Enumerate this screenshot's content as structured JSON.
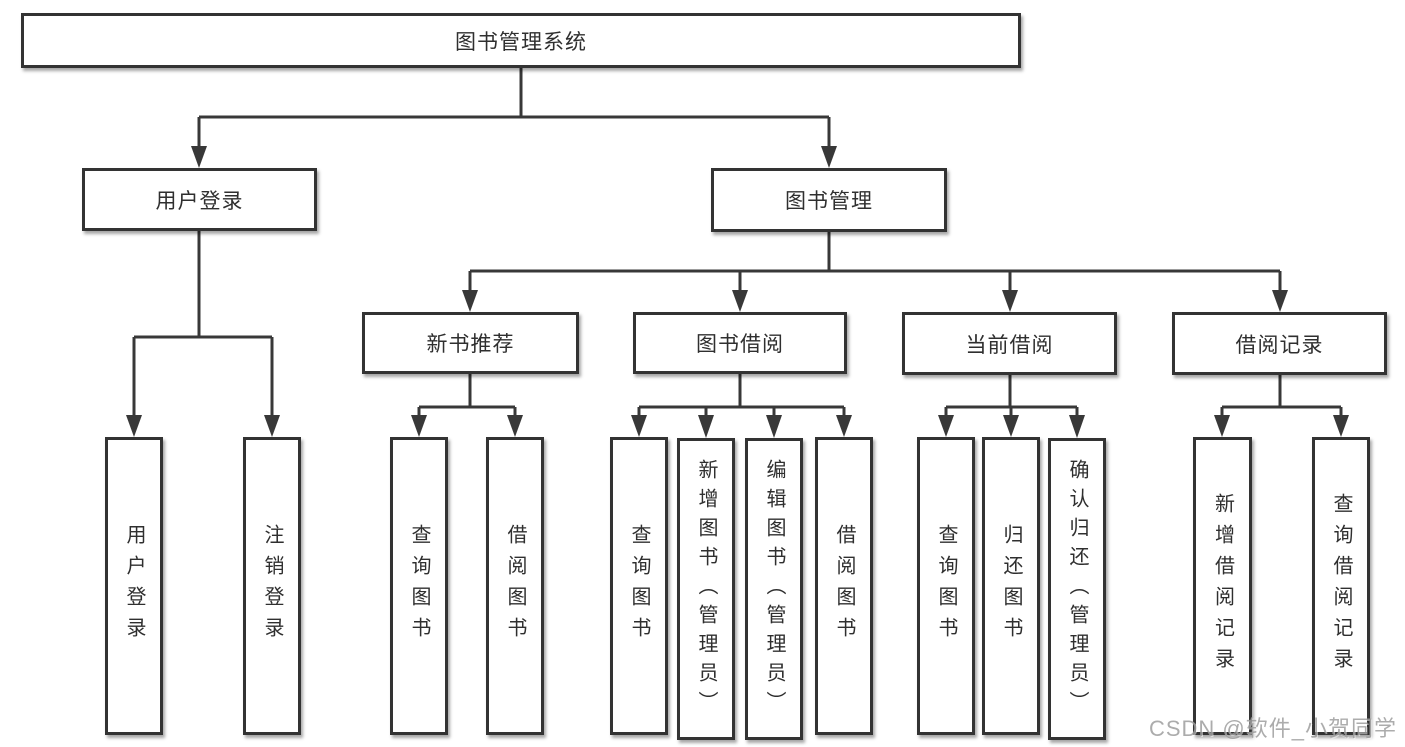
{
  "tree": {
    "root": "图书管理系统",
    "user_login": {
      "label": "用户登录",
      "children": {
        "login": "用户登录",
        "logout": "注销登录"
      }
    },
    "book_mgmt": {
      "label": "图书管理",
      "new_books": {
        "label": "新书推荐",
        "children": {
          "query": "查询图书",
          "borrow": "借阅图书"
        }
      },
      "borrowing": {
        "label": "图书借阅",
        "children": {
          "query": "查询图书",
          "add": "新增图书（管理员）",
          "edit": "编辑图书（管理员）",
          "borrow": "借阅图书"
        }
      },
      "current": {
        "label": "当前借阅",
        "children": {
          "query": "查询图书",
          "return": "归还图书",
          "confirm": "确认归还（管理员）"
        }
      },
      "records": {
        "label": "借阅记录",
        "children": {
          "add": "新增借阅记录",
          "query": "查询借阅记录"
        }
      }
    }
  },
  "watermark": {
    "text": "CSDN @软件_小贺同学"
  },
  "colors": {
    "line": "#383838",
    "box_border": "#333333",
    "text": "#2f2f2f",
    "watermark": "#9e9e9e",
    "background": "#ffffff"
  }
}
